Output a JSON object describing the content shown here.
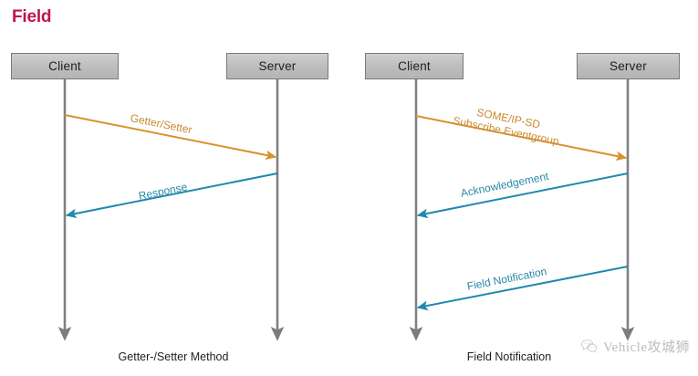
{
  "page": {
    "title": "Field",
    "title_color": "#c2154b",
    "background": "#ffffff"
  },
  "colors": {
    "request_arrow": "#d9912c",
    "response_arrow": "#2089ad",
    "lifeline": "#808080",
    "box_fill": "#bfbfbf",
    "box_border": "#7a7a7a"
  },
  "diagrams": [
    {
      "id": "getter-setter-method",
      "caption": "Getter-/Setter Method",
      "participants": [
        {
          "id": "client",
          "label": "Client"
        },
        {
          "id": "server",
          "label": "Server"
        }
      ],
      "messages": [
        {
          "id": "getter-setter",
          "label": "Getter/Setter",
          "from": "client",
          "to": "server",
          "direction": "right",
          "color": "#d9912c"
        },
        {
          "id": "response",
          "label": "Response",
          "from": "server",
          "to": "client",
          "direction": "left",
          "color": "#2089ad"
        }
      ]
    },
    {
      "id": "field-notification",
      "caption": "Field Notification",
      "participants": [
        {
          "id": "client",
          "label": "Client"
        },
        {
          "id": "server",
          "label": "Server"
        }
      ],
      "messages": [
        {
          "id": "subscribe-eventgroup",
          "label_line1": "SOME/IP-SD",
          "label_line2": "Subscribe Eventgroup",
          "from": "client",
          "to": "server",
          "direction": "right",
          "color": "#d9912c"
        },
        {
          "id": "acknowledgement",
          "label": "Acknowledgement",
          "from": "server",
          "to": "client",
          "direction": "left",
          "color": "#2089ad"
        },
        {
          "id": "field-notification-msg",
          "label": "Field Notification",
          "from": "server",
          "to": "client",
          "direction": "left",
          "color": "#2089ad"
        }
      ]
    }
  ],
  "watermark": {
    "icon": "wechat-icon",
    "text": "Vehicle攻城狮"
  }
}
